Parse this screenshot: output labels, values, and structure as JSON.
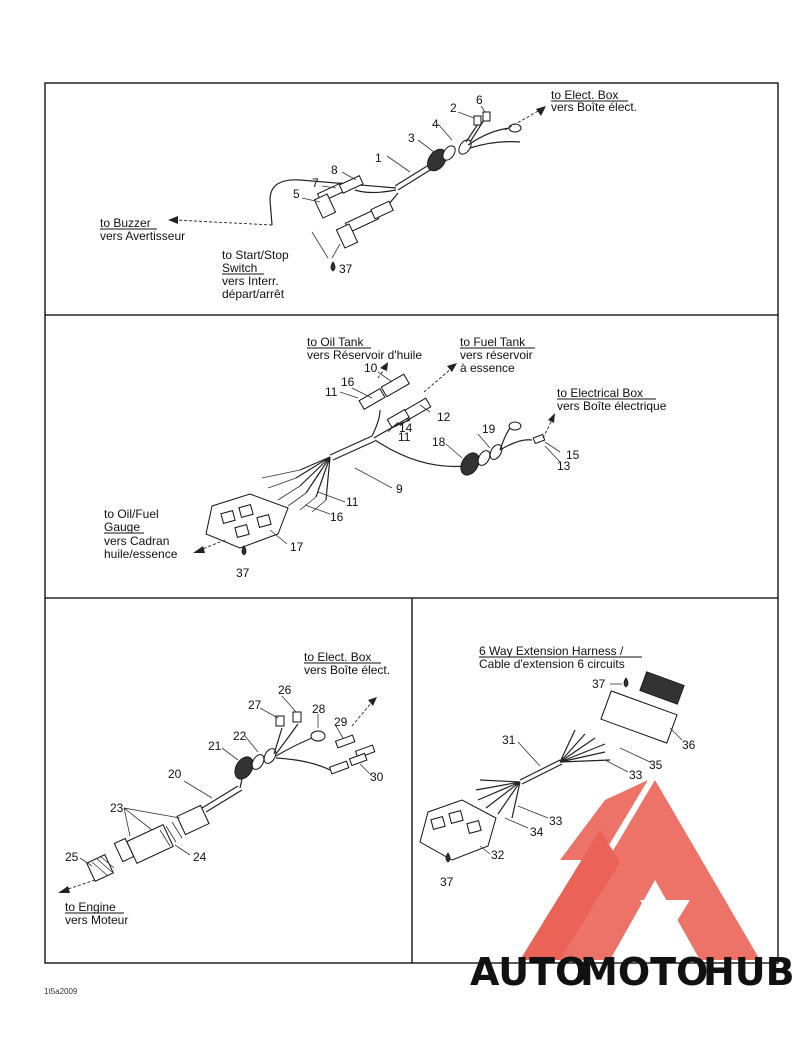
{
  "panel1": {
    "to_elect_box": "to Elect. Box",
    "vers_boite_elect": "vers Boîte élect.",
    "to_buzzer": "to Buzzer",
    "vers_avertisseur": "vers Avertisseur",
    "to_start_stop": "to Start/Stop",
    "switch": "Switch",
    "vers_interr": "vers Interr.",
    "depart_arret": "départ/arrêt",
    "n1": "1",
    "n2": "2",
    "n3": "3",
    "n4": "4",
    "n5": "5",
    "n6": "6",
    "n7": "7",
    "n8": "8",
    "n37": "37"
  },
  "panel2": {
    "to_oil_tank": "to Oil Tank",
    "vers_reservoir_huile": "vers Réservoir d'huile",
    "to_fuel_tank": "to Fuel Tank",
    "vers_reservoir": "vers réservoir",
    "a_essence": "à essence",
    "to_electrical_box": "to Electrical Box",
    "vers_boite_electrique": "vers Boîte électrique",
    "to_oil_fuel": "to Oil/Fuel",
    "gauge": "Gauge",
    "vers_cadran": "vers Cadran",
    "huile_essence": "huile/essence",
    "n9": "9",
    "n10": "10",
    "n11a": "11",
    "n11b": "11",
    "n11c": "11",
    "n12": "12",
    "n13": "13",
    "n14": "14",
    "n15": "15",
    "n16a": "16",
    "n16b": "16",
    "n17": "17",
    "n18": "18",
    "n19": "19",
    "n37": "37"
  },
  "panel3": {
    "to_elect_box": "to Elect. Box",
    "vers_boite_elect": "vers Boîte élect.",
    "to_engine": "to Engine",
    "vers_moteur": "vers Moteur",
    "n20": "20",
    "n21": "21",
    "n22": "22",
    "n23": "23",
    "n24": "24",
    "n25": "25",
    "n26": "26",
    "n27": "27",
    "n28": "28",
    "n29": "29",
    "n30": "30"
  },
  "panel4": {
    "title_en": "6 Way Extension Harness /",
    "title_fr": "Cable d'extension 6 circuits",
    "n31": "31",
    "n32": "32",
    "n33a": "33",
    "n33b": "33",
    "n34": "34",
    "n35": "35",
    "n36": "36",
    "n37a": "37",
    "n37b": "37"
  },
  "figure_code": "1t5a2009",
  "watermark": {
    "part1": "AUTO",
    "part2": "MOTO",
    "part3": "HUB",
    "color_orange": "#f5a623",
    "color_red": "#e8473a",
    "color_gray": "#6b6b6b"
  }
}
